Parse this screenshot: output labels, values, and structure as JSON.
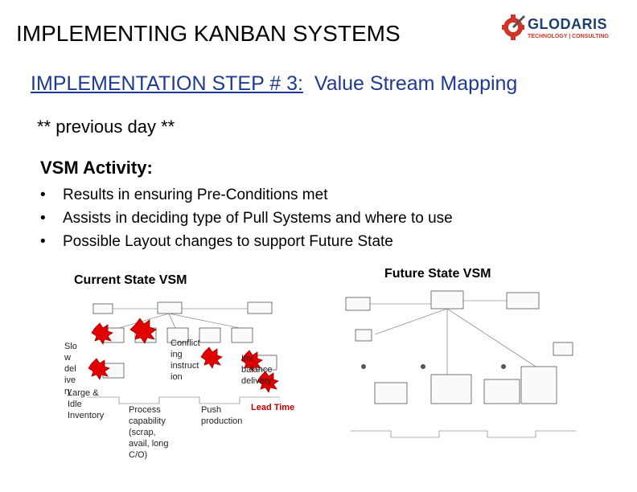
{
  "header": {
    "title": "IMPLEMENTING KANBAN SYSTEMS",
    "logo_brand": "GLODARIS",
    "logo_tagline": "TECHNOLOGY | CONSULTING"
  },
  "step": {
    "label": "IMPLEMENTATION STEP # 3:",
    "title": "Value Stream Mapping"
  },
  "subtitle": "** previous day **",
  "activity": {
    "heading": "VSM Activity:",
    "bullets": [
      "Results in ensuring Pre-Conditions met",
      "Assists in deciding type of Pull Systems and where to use",
      "Possible Layout changes to support Future State"
    ]
  },
  "current_vsm": {
    "caption": "Current State VSM",
    "notes": {
      "slow_delivery": [
        "Slo",
        "w",
        "del",
        "ive",
        "ry"
      ],
      "large_idle": [
        "Large &",
        "Idle",
        "Inventory"
      ],
      "conflict": [
        "Conflict",
        "ing",
        "instruct",
        "ion"
      ],
      "process_capability": [
        "Process",
        "capability",
        "(scrap,",
        "avail, long",
        "C/O)"
      ],
      "push": [
        "Push",
        "production"
      ],
      "inv": [
        "Inv",
        "balance",
        "delivery"
      ],
      "lead_time": "Lead Time"
    }
  },
  "future_vsm": {
    "caption": "Future State VSM"
  },
  "colors": {
    "step_blue": "#1f3a93",
    "burst_red": "#e00000",
    "lead_time_red": "#c00000",
    "logo_navy": "#1c3f6e",
    "logo_red": "#d0352b"
  }
}
